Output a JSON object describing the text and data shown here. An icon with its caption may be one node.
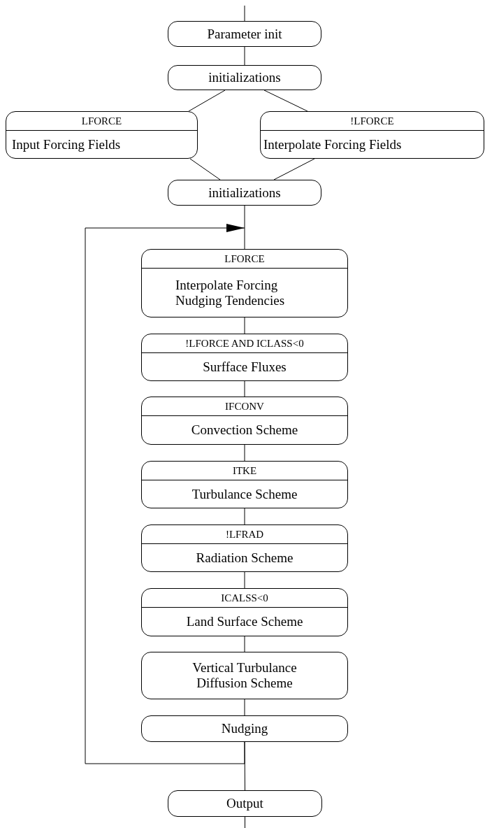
{
  "diagram": {
    "nodes": [
      {
        "text": [
          "Parameter init"
        ]
      },
      {
        "text": [
          "initializations"
        ]
      },
      {
        "text": [
          "LFORCE",
          "Input Forcing Fields"
        ]
      },
      {
        "text": [
          "!LFORCE",
          "Interpolate Forcing Fields"
        ]
      },
      {
        "text": [
          "initializations"
        ]
      },
      {
        "text": [
          "LFORCE",
          "Interpolate Forcing Nudging Tendencies"
        ]
      },
      {
        "text": [
          "!LFORCE AND ICLASS<0",
          "Surfface Fluxes"
        ]
      },
      {
        "text": [
          "IFCONV",
          "Convection Scheme"
        ]
      },
      {
        "text": [
          "ITKE",
          "Turbulance Scheme"
        ]
      },
      {
        "text": [
          "!LFRAD",
          "Radiation Scheme"
        ]
      },
      {
        "text": [
          "ICALSS<0",
          "Land Surface Scheme"
        ]
      },
      {
        "text": [
          "Vertical Turbulance Diffusion Scheme"
        ]
      },
      {
        "text": [
          "Nudging"
        ]
      },
      {
        "text": [
          "Output"
        ]
      }
    ],
    "edges": [
      {
        "from": null,
        "to": 0,
        "arrow": "none"
      },
      {
        "from": 0,
        "to": 1,
        "arrow": "none"
      },
      {
        "from": 1,
        "to": 2,
        "arrow": "none"
      },
      {
        "from": 1,
        "to": 3,
        "arrow": "none"
      },
      {
        "from": 2,
        "to": 4,
        "arrow": "none"
      },
      {
        "from": 3,
        "to": 4,
        "arrow": "none"
      },
      {
        "from": 4,
        "to": 5,
        "arrow": "none"
      },
      {
        "from": 5,
        "to": 6,
        "arrow": "none"
      },
      {
        "from": 6,
        "to": 7,
        "arrow": "none"
      },
      {
        "from": 7,
        "to": 8,
        "arrow": "none"
      },
      {
        "from": 8,
        "to": 9,
        "arrow": "none"
      },
      {
        "from": 9,
        "to": 10,
        "arrow": "none"
      },
      {
        "from": 10,
        "to": 11,
        "arrow": "none"
      },
      {
        "from": 11,
        "to": 12,
        "arrow": "none"
      },
      {
        "from": 12,
        "to": 13,
        "arrow": "none"
      },
      {
        "from": 13,
        "to": null,
        "arrow": "none"
      },
      {
        "from": 12,
        "to": 5,
        "arrow": "to"
      }
    ]
  }
}
